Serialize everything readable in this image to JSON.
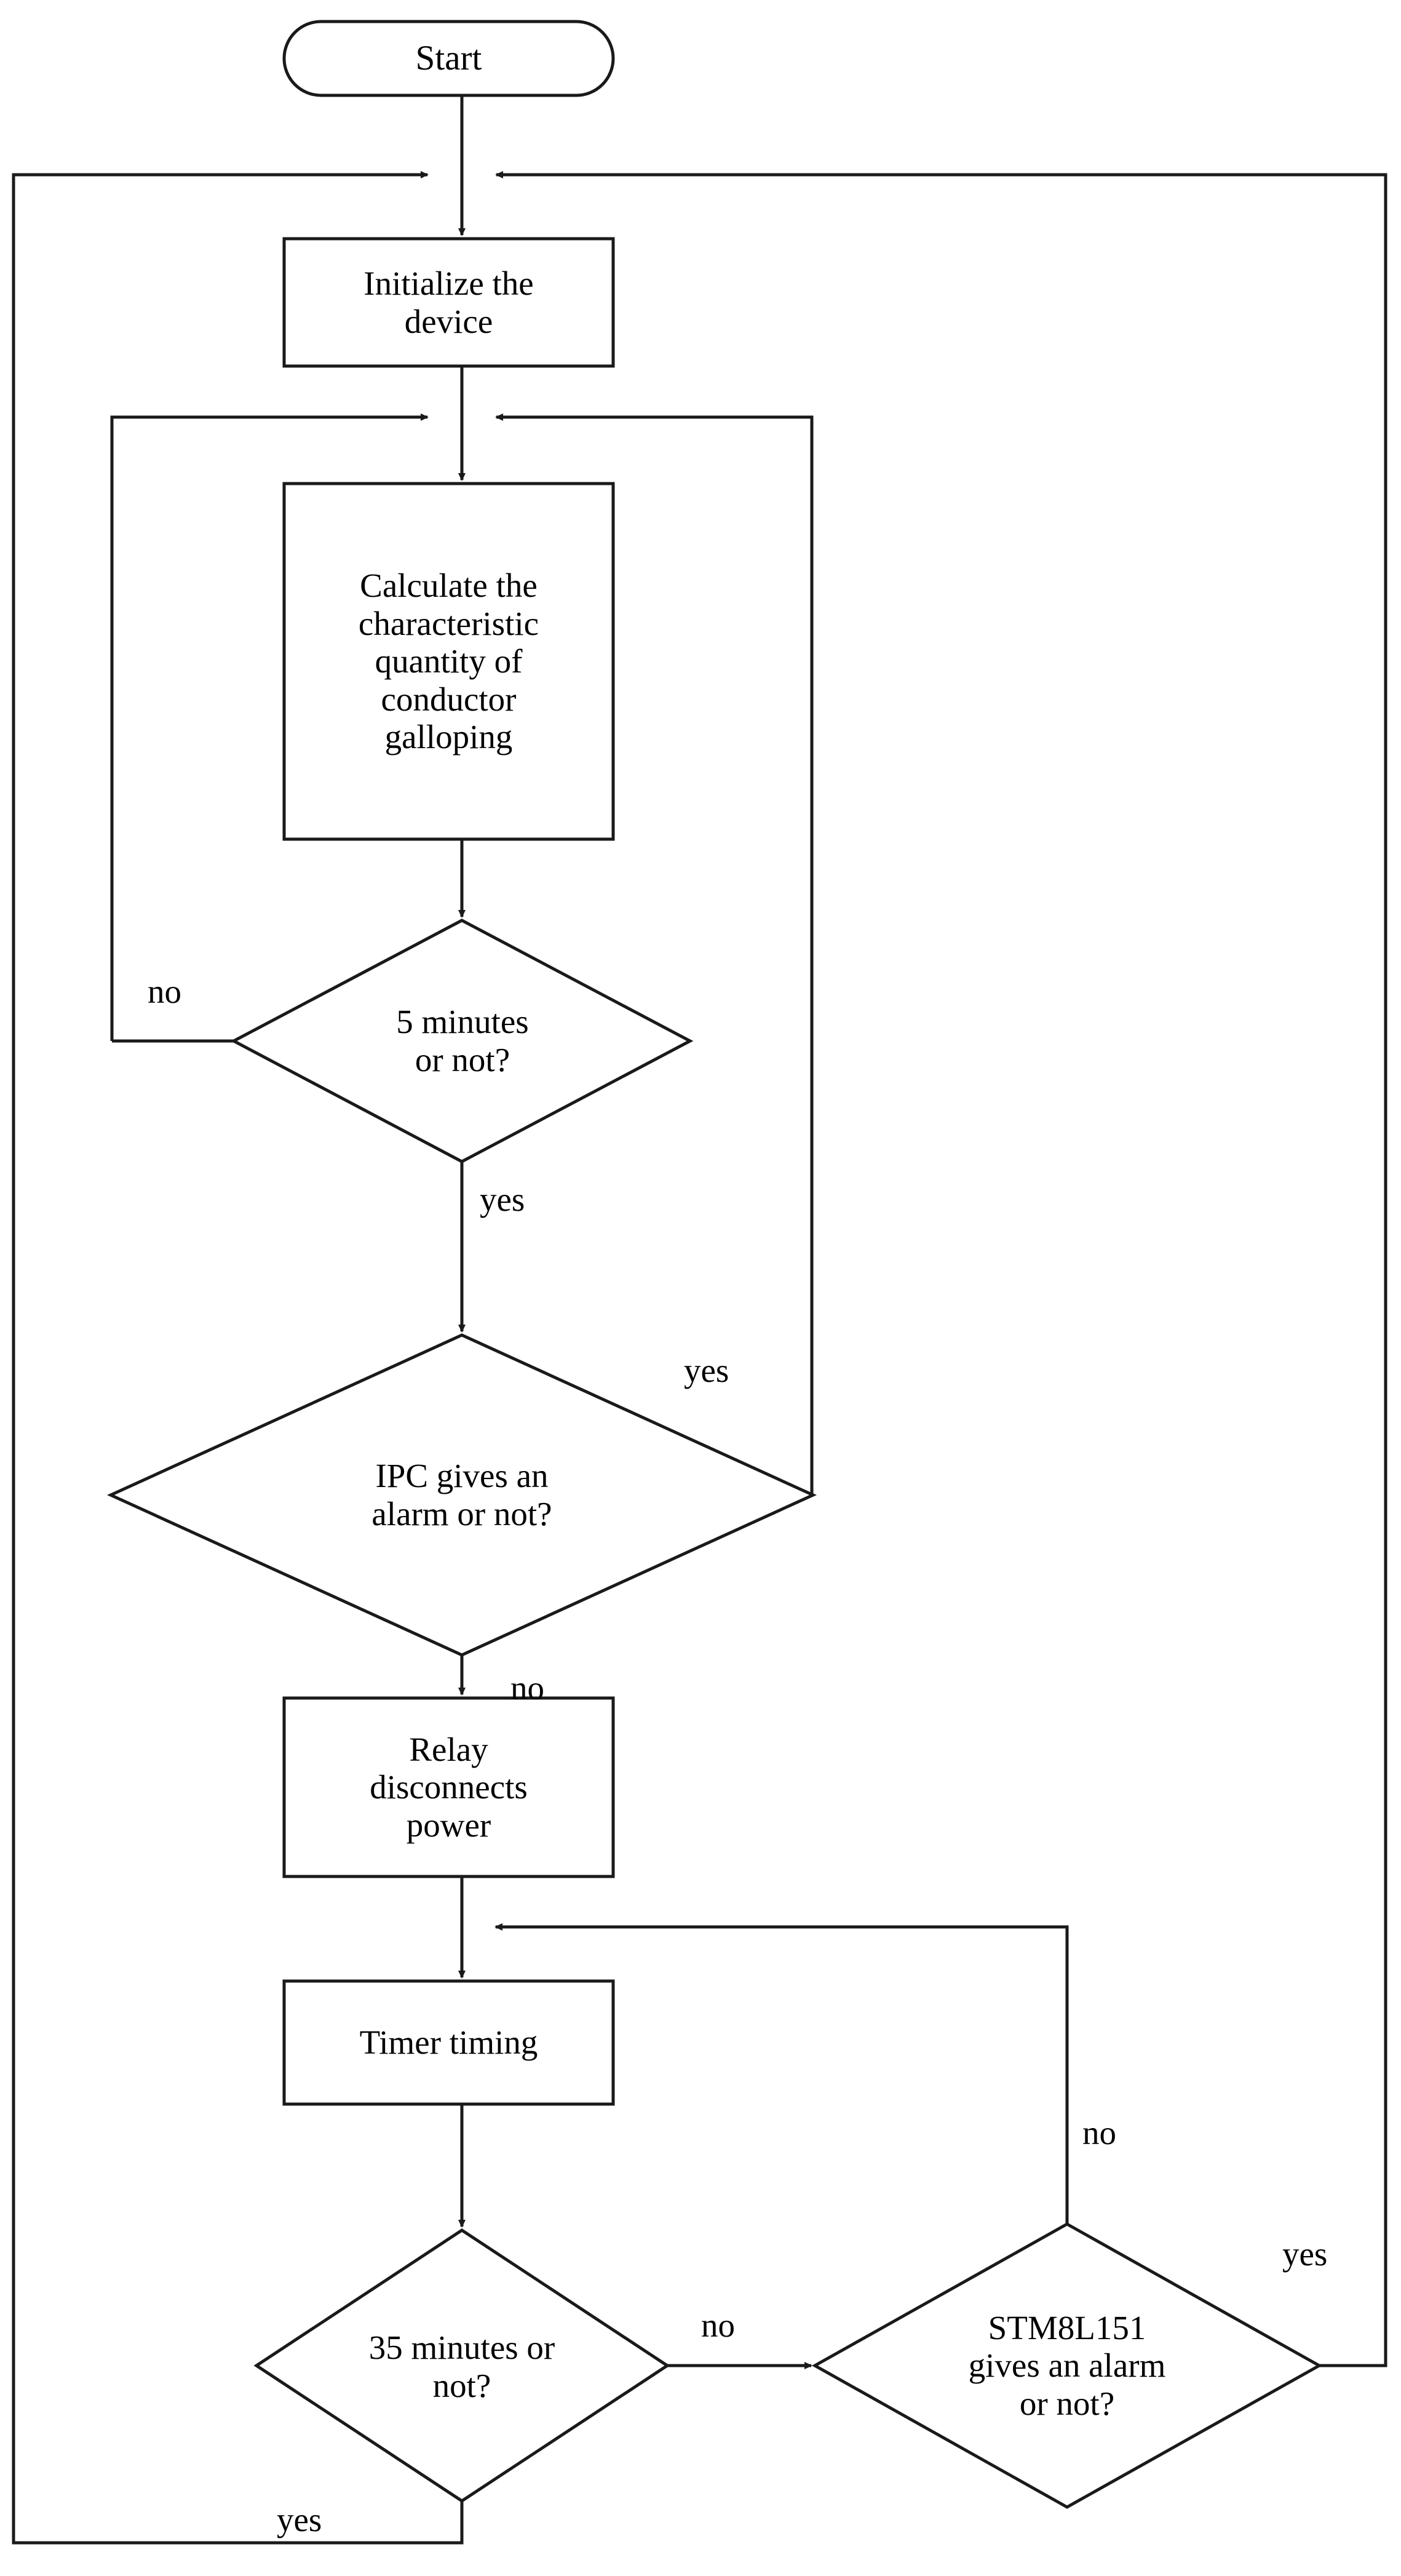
{
  "diagram": {
    "title": "Conductor galloping monitoring device control flowchart",
    "background_color": "#ffffff",
    "line_color": "#1a1a1a",
    "text_color": "#000000"
  },
  "nodes": {
    "start": {
      "label": "Start",
      "shape": "terminator"
    },
    "init": {
      "label": "Initialize the\ndevice",
      "shape": "process"
    },
    "calc": {
      "label": "Calculate the\ncharacteristic\nquantity of\nconductor\ngalloping",
      "shape": "process"
    },
    "five_min": {
      "label": "5 minutes\nor not?",
      "shape": "decision"
    },
    "ipc_alarm": {
      "label": "IPC gives an\nalarm or not?",
      "shape": "decision"
    },
    "relay": {
      "label": "Relay\ndisconnects\npower",
      "shape": "process"
    },
    "timer": {
      "label": "Timer timing",
      "shape": "process"
    },
    "thirtyfive_min": {
      "label": "35 minutes or\nnot?",
      "shape": "decision"
    },
    "stm_alarm": {
      "label": "STM8L151\ngives an alarm\nor not?",
      "shape": "decision"
    }
  },
  "edge_labels": {
    "five_min_no": "no",
    "five_min_yes": "yes",
    "ipc_yes": "yes",
    "ipc_no": "no",
    "thirtyfive_yes": "yes",
    "thirtyfive_no": "no",
    "stm_no": "no",
    "stm_yes": "yes"
  }
}
